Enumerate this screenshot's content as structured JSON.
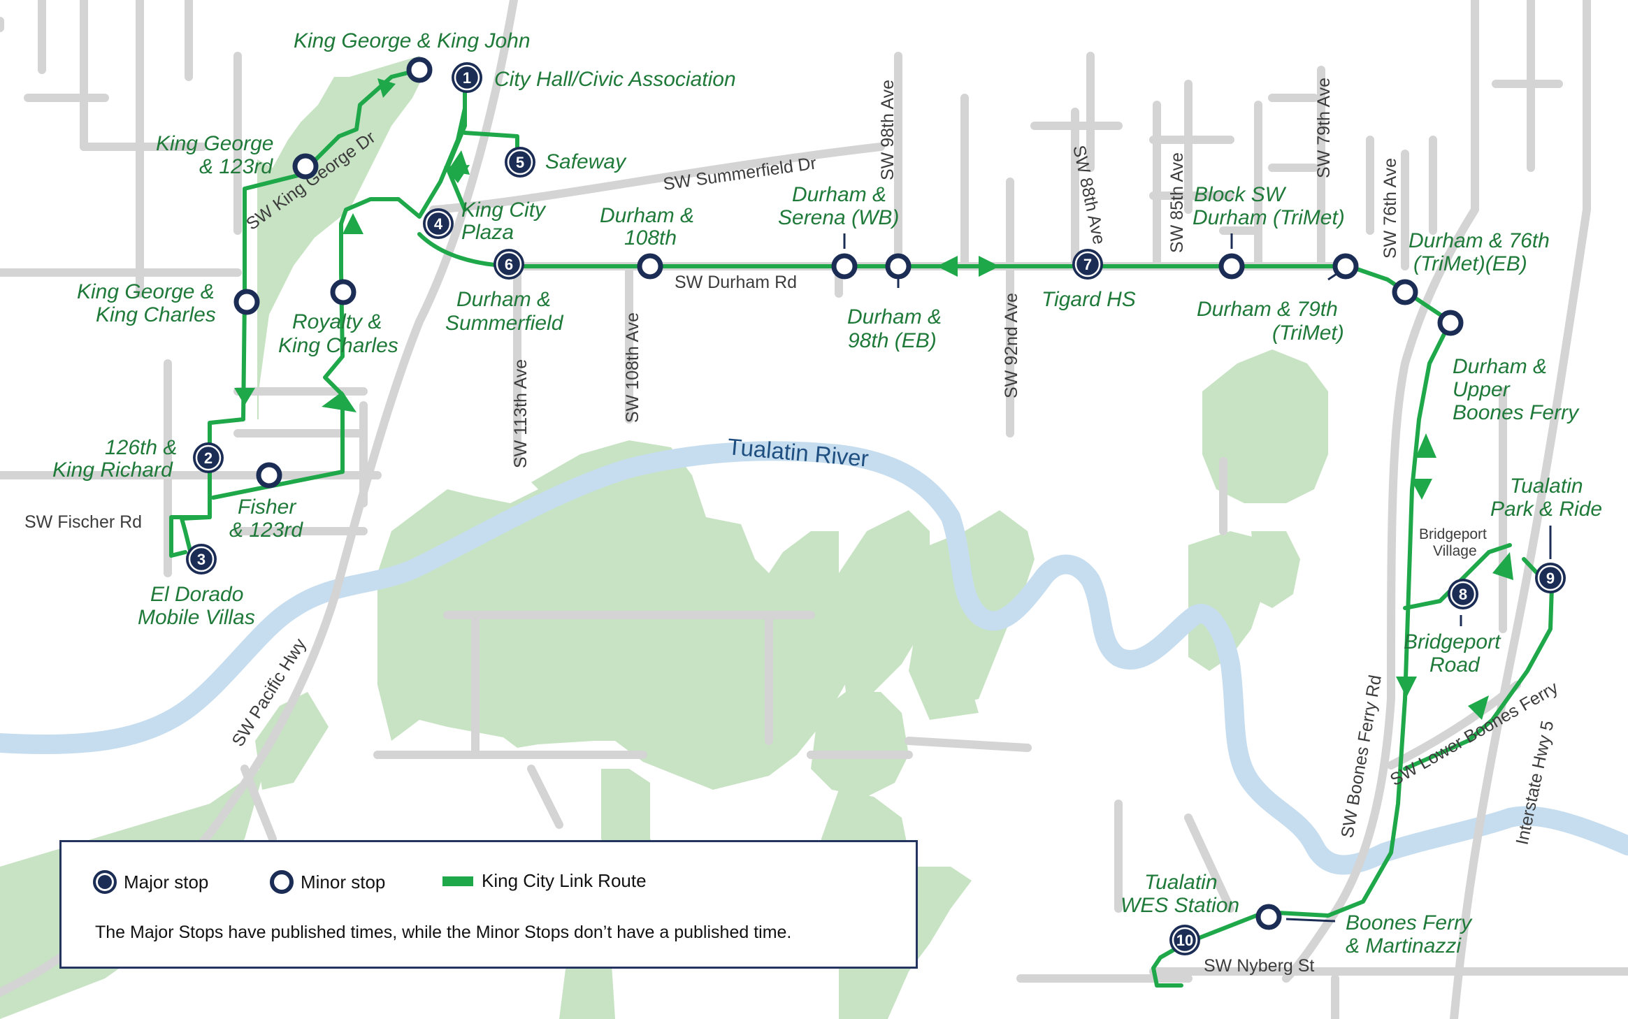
{
  "map": {
    "river_label": "Tualatin River",
    "place_label": [
      "Bridgeport",
      "Village"
    ],
    "roads": {
      "summerfield": "SW Summerfield Dr",
      "durham": "SW Durham Rd",
      "ave_98": "SW 98th Ave",
      "ave_88": "SW 88th Ave",
      "ave_85": "SW 85th Ave",
      "ave_79": "SW 79th Ave",
      "ave_76": "SW 76th Ave",
      "ave_92": "SW 92nd Ave",
      "ave_108": "SW 108th Ave",
      "ave_113": "SW 113th Ave",
      "king_george": "SW King George Dr",
      "fischer": "SW Fischer Rd",
      "pacific": "SW Pacific Hwy",
      "boones_ferry": "SW Boones Ferry Rd",
      "lower_boones": "SW Lower Boones Ferry",
      "i5": "Interstate Hwy 5",
      "nyberg": "SW Nyberg St"
    },
    "major_stops": [
      {
        "num": "1",
        "label": [
          "City Hall/Civic Association"
        ]
      },
      {
        "num": "2",
        "label": [
          "126th &",
          "King Richard"
        ]
      },
      {
        "num": "3",
        "label": [
          "El Dorado",
          "Mobile Villas"
        ]
      },
      {
        "num": "4",
        "label": [
          "King City",
          "Plaza"
        ]
      },
      {
        "num": "5",
        "label": [
          "Safeway"
        ]
      },
      {
        "num": "6",
        "label": [
          "Durham &",
          "Summerfield"
        ]
      },
      {
        "num": "7",
        "label": [
          "Tigard HS"
        ]
      },
      {
        "num": "8",
        "label": [
          "Bridgeport",
          "Road"
        ]
      },
      {
        "num": "9",
        "label": [
          "Tualatin",
          "Park & Ride"
        ]
      },
      {
        "num": "10",
        "label": [
          "Tualatin",
          "WES Station"
        ]
      }
    ],
    "minor_stops": [
      {
        "label": [
          "King George & King John"
        ]
      },
      {
        "label": [
          "King George",
          "& 123rd"
        ]
      },
      {
        "label": [
          "King George &",
          "King Charles"
        ]
      },
      {
        "label": [
          "Royalty &",
          "King Charles"
        ]
      },
      {
        "label": [
          "Fisher",
          "& 123rd"
        ]
      },
      {
        "label": [
          "Durham &",
          "108th"
        ]
      },
      {
        "label": [
          "Durham &",
          "Serena (WB)"
        ]
      },
      {
        "label": [
          "Durham &",
          "98th (EB)"
        ]
      },
      {
        "label": [
          "Block SW",
          "Durham (TriMet)"
        ]
      },
      {
        "label": [
          "Durham & 79th",
          "(TriMet)"
        ]
      },
      {
        "label": [
          "Durham & 76th",
          "(TriMet)(EB)"
        ]
      },
      {
        "label": [
          "Durham &",
          "Upper",
          "Boones Ferry"
        ]
      },
      {
        "label": [
          "Boones Ferry",
          "& Martinazzi"
        ]
      }
    ]
  },
  "legend": {
    "major_label": "Major stop",
    "minor_label": "Minor stop",
    "route_label": "King City Link Route",
    "note": "The Major Stops have published times, while the Minor Stops don’t have a published time."
  },
  "colors": {
    "route": "#1fa84a",
    "stop": "#1b2d55",
    "river": "#c6ddef",
    "park": "#c8e3c4",
    "road": "#d4d4d4"
  }
}
